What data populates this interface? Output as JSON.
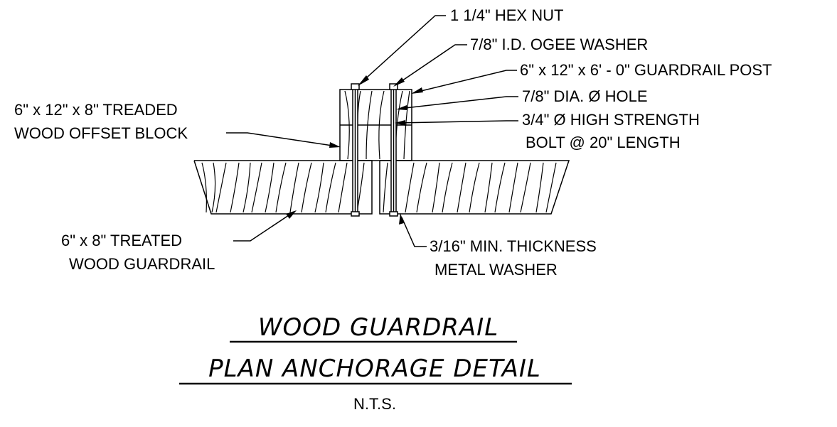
{
  "labels": {
    "hex_nut": "1 1/4\" HEX NUT",
    "ogee_washer": "7/8\" I.D. OGEE WASHER",
    "post": "6\" x 12\" x 6' - 0\" GUARDRAIL POST",
    "hole": "7/8\" DIA. Ø HOLE",
    "bolt_1": "3/4\" Ø HIGH STRENGTH",
    "bolt_2": "BOLT @ 20\" LENGTH",
    "offset_1": "6\" x 12\" x 8\" TREADED",
    "offset_2": "WOOD OFFSET BLOCK",
    "guardrail_1": "6\" x 8\" TREATED",
    "guardrail_2": "WOOD GUARDRAIL",
    "washer_1": "3/16\" MIN. THICKNESS",
    "washer_2": "METAL WASHER"
  },
  "title": {
    "line1": "WOOD GUARDRAIL",
    "line2": "PLAN ANCHORAGE DETAIL",
    "scale": "N.T.S."
  }
}
